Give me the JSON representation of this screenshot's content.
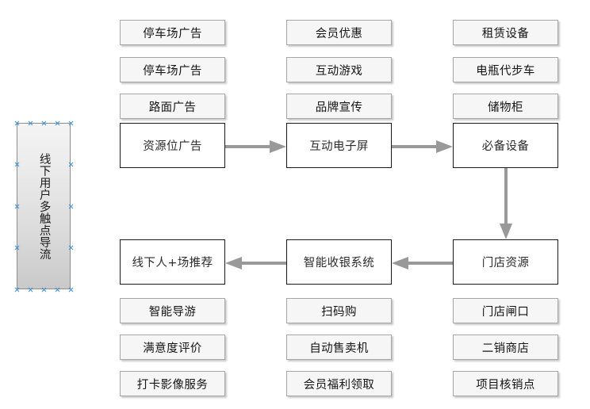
{
  "diagram": {
    "title_banner": {
      "text": "线下用户多触点导流",
      "selected": true,
      "handle_count": 14
    },
    "colors": {
      "flow_box_border": "#1a1a1a",
      "plain_box_border": "#a6a6a6",
      "plain_box_fill": "#f6f6f6",
      "arrow": "#999999",
      "handle": "#3c8fd4",
      "background": "#ffffff"
    },
    "columns": [
      {
        "id": "col-1",
        "top_items": [
          "停车场广告",
          "停车场广告",
          "路面广告"
        ],
        "flow_top": "资源位广告",
        "flow_bottom": "线下人+场推荐",
        "bottom_items": [
          "智能导游",
          "满意度评价",
          "打卡影像服务"
        ]
      },
      {
        "id": "col-2",
        "top_items": [
          "会员优惠",
          "互动游戏",
          "品牌宣传"
        ],
        "flow_top": "互动电子屏",
        "flow_bottom": "智能收银系统",
        "bottom_items": [
          "扫码购",
          "自动售卖机",
          "会员福利领取"
        ]
      },
      {
        "id": "col-3",
        "top_items": [
          "租赁设备",
          "电瓶代步车",
          "储物柜"
        ],
        "flow_top": "必备设备",
        "flow_bottom": "门店资源",
        "bottom_items": [
          "门店闸口",
          "二销商店",
          "项目核销点"
        ]
      }
    ],
    "connectors": [
      {
        "id": "arrow-res-to-screen",
        "from": "资源位广告",
        "to": "互动电子屏",
        "direction": "right"
      },
      {
        "id": "arrow-screen-to-equip",
        "from": "互动电子屏",
        "to": "必备设备",
        "direction": "right"
      },
      {
        "id": "arrow-equip-to-store",
        "from": "必备设备",
        "to": "门店资源",
        "direction": "down"
      },
      {
        "id": "arrow-store-to-pos",
        "from": "门店资源",
        "to": "智能收银系统",
        "direction": "left"
      },
      {
        "id": "arrow-pos-to-rec",
        "from": "智能收银系统",
        "to": "线下人+场推荐",
        "direction": "left"
      }
    ]
  }
}
